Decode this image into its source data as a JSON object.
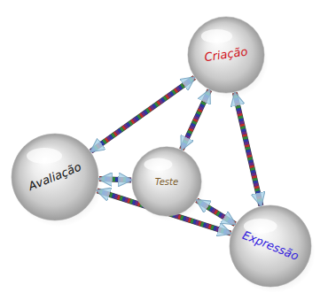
{
  "diagram": {
    "nodes": [
      {
        "text": [
          "Criação"
        ]
      },
      {
        "text": [
          "Avaliação"
        ]
      },
      {
        "text": [
          "Teste"
        ]
      },
      {
        "text": [
          "Expressão"
        ]
      }
    ],
    "edges": [
      {
        "from": 0,
        "to": 1,
        "arrow": "both"
      },
      {
        "from": 0,
        "to": 2,
        "arrow": "both"
      },
      {
        "from": 0,
        "to": 3,
        "arrow": "both"
      },
      {
        "from": 1,
        "to": 2,
        "arrow": "both"
      },
      {
        "from": 1,
        "to": 3,
        "arrow": "both"
      },
      {
        "from": 2,
        "to": 3,
        "arrow": "both"
      }
    ]
  }
}
